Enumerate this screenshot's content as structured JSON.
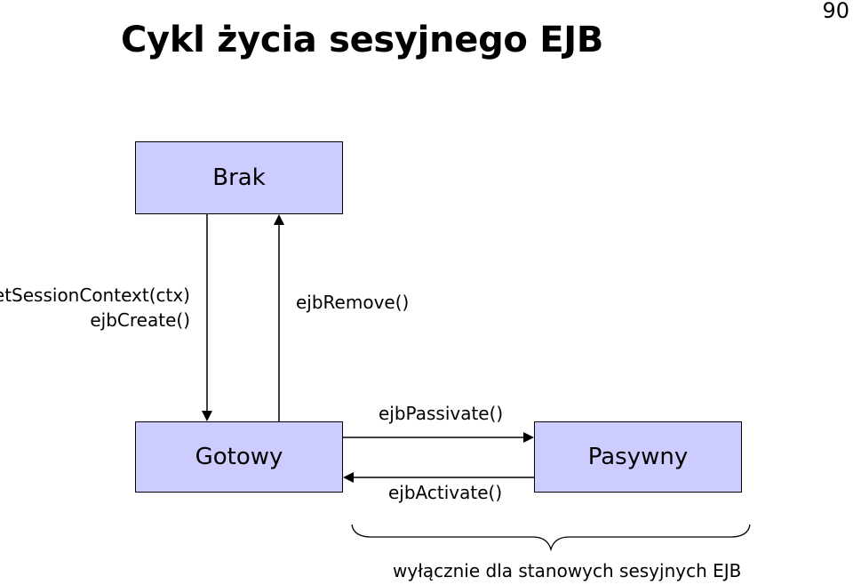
{
  "page_number": "90",
  "title": "Cykl życia sesyjnego EJB",
  "colors": {
    "state_fill": "#ccccff",
    "stroke": "#000000"
  },
  "states": {
    "brak": "Brak",
    "gotowy": "Gotowy",
    "pasywny": "Pasywny"
  },
  "transitions": {
    "create_line1": "setSessionContext(ctx)",
    "create_line2": "ejbCreate()",
    "remove": "ejbRemove()",
    "passivate": "ejbPassivate()",
    "activate": "ejbActivate()"
  },
  "note": "wyłącznie dla stanowych sesyjnych EJB"
}
